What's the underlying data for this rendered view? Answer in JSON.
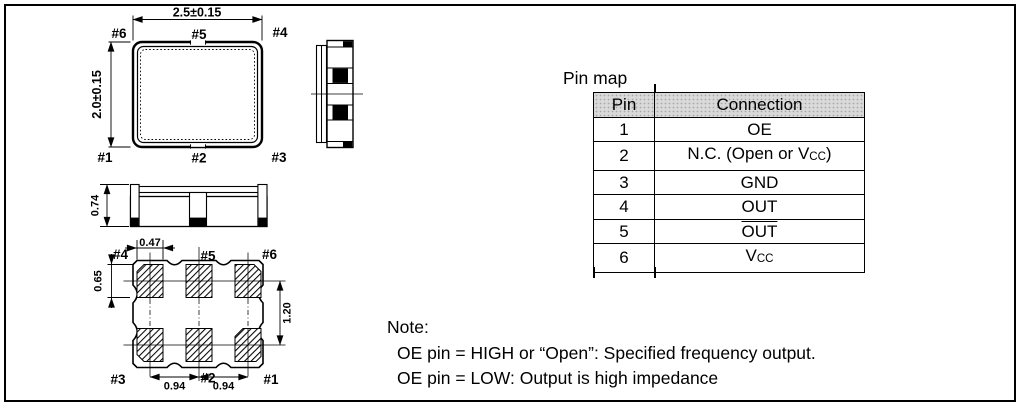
{
  "top_view": {
    "dim_width": "2.5±0.15",
    "dim_height": "2.0±0.15",
    "pin_top_left": "#6",
    "pin_top_center": "#5",
    "pin_top_right": "#4",
    "pin_bottom_left": "#1",
    "pin_bottom_center": "#2",
    "pin_bottom_right": "#3"
  },
  "front_view": {
    "dim_height": "0.74"
  },
  "land_pattern": {
    "dim_pad_width": "0.47",
    "dim_pad_height": "0.65",
    "dim_row_pitch": "1.20",
    "dim_pitch_left": "0.94",
    "dim_pitch_right": "0.94",
    "pin_top_left": "#4",
    "pin_top_center": "#5",
    "pin_top_right": "#6",
    "pin_bottom_left": "#3",
    "pin_bottom_center": "#2",
    "pin_bottom_right": "#1"
  },
  "pin_map": {
    "title": "Pin map",
    "col_pin": "Pin",
    "col_connection": "Connection",
    "rows": [
      {
        "pin": "1",
        "connection": "OE"
      },
      {
        "pin": "2",
        "connection_pre": "N.C. (Open or V",
        "connection_sub": "CC",
        "connection_post": ")"
      },
      {
        "pin": "3",
        "connection": "GND"
      },
      {
        "pin": "4",
        "connection": "OUT"
      },
      {
        "pin": "5",
        "connection": "OUT"
      },
      {
        "pin": "6",
        "connection_main": "V",
        "connection_sub": "CC"
      }
    ]
  },
  "note": {
    "title": "Note:",
    "line1": "OE pin = HIGH or “Open”: Specified frequency output.",
    "line2": "OE pin = LOW: Output is high impedance"
  },
  "colors": {
    "ink": "#000000",
    "table_header_bg": "#d9d9d9",
    "background": "#ffffff"
  }
}
